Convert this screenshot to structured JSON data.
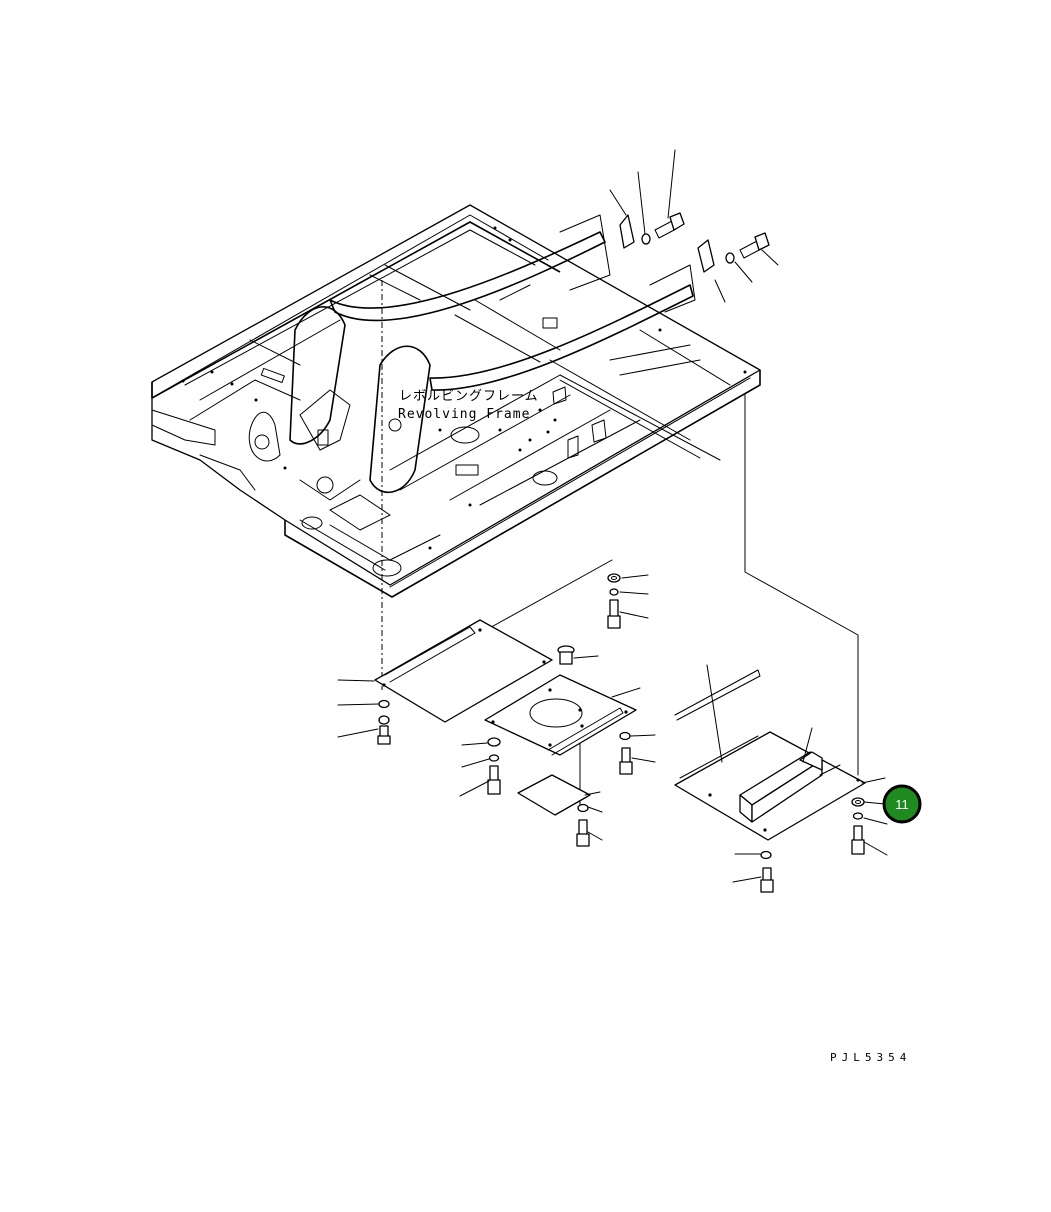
{
  "diagram": {
    "frame_label_jp": "レボルビングフレーム",
    "frame_label_en": "Revolving Frame",
    "drawing_code": "PJL5354",
    "callout": {
      "number": "11",
      "color": "#1f8a1f"
    }
  }
}
